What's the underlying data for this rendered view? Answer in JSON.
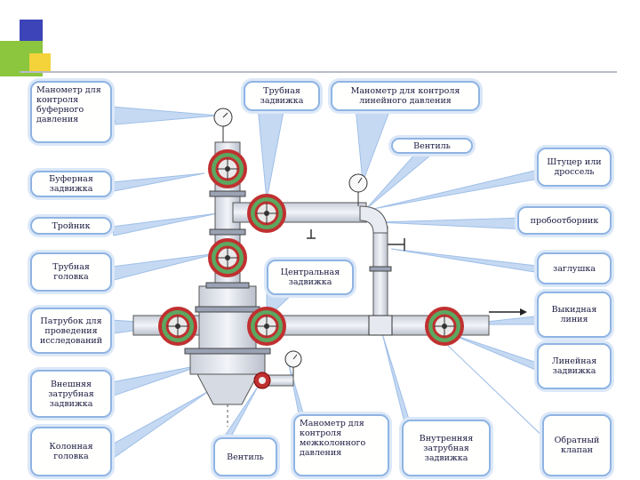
{
  "labels": {
    "manometer_buffer": "Манометр для контроля буферного давления",
    "tubing_valve_top": "Трубная задвижка",
    "manometer_line": "Манометр для контроля линейного давления",
    "valve_top": "Вентиль",
    "choke": "Штуцер или дроссель",
    "buffer_valve": "Буферная задвижка",
    "tee": "Тройник",
    "sampler": "пробоотборник",
    "tubing_head": "Трубная головка",
    "central_valve": "Центральная задвижка",
    "plug": "заглушка",
    "research_pipe": "Патрубок для проведения исследований",
    "discharge_line": "Выкидная линия",
    "line_valve": "Линейная задвижка",
    "outer_annulus_valve": "Внешняя затрубная задвижка",
    "casing_head": "Колонная головка",
    "valve_bottom": "Вентиль",
    "manometer_intertube": "Манометр для контроля межколонного давления",
    "inner_annulus_valve": "Внутренняя затрубная задвижка",
    "check_valve": "Обратный клапан"
  },
  "colors": {
    "callout_border": "#8fb4e3",
    "callout_fill": "#fffffe",
    "pipe": "#dfe4ee",
    "valve_red": "#c03030",
    "valve_green": "#5ca860",
    "deco_blue": "#3c44b8",
    "deco_green": "#8cc63e",
    "deco_yellow": "#f4d33a"
  }
}
